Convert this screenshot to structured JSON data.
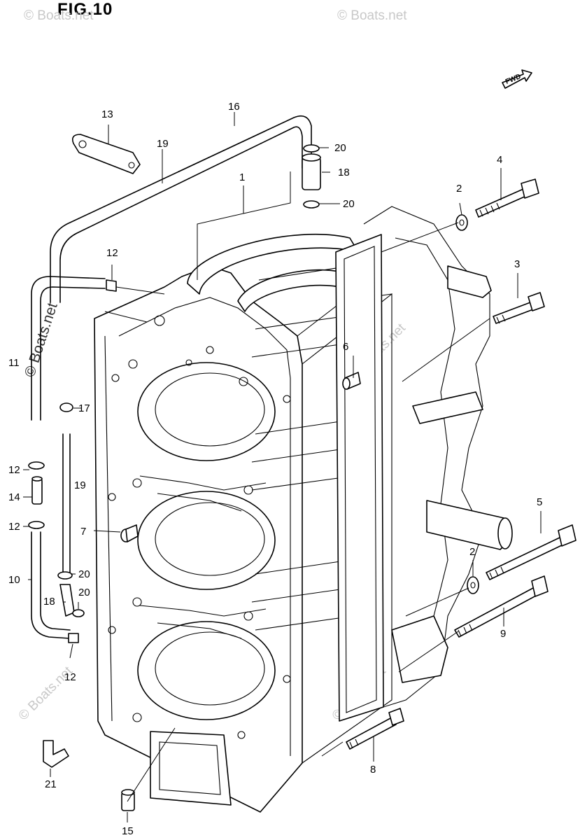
{
  "figure": {
    "title": "FIG.10"
  },
  "direction_label": "FWD",
  "watermarks": {
    "corner": "© Boats.net",
    "vertical": "© Boats.net"
  },
  "callouts": [
    {
      "id": "c1",
      "label": "1"
    },
    {
      "id": "c2a",
      "label": "2"
    },
    {
      "id": "c2b",
      "label": "2"
    },
    {
      "id": "c3",
      "label": "3"
    },
    {
      "id": "c4",
      "label": "4"
    },
    {
      "id": "c5",
      "label": "5"
    },
    {
      "id": "c6",
      "label": "6"
    },
    {
      "id": "c7",
      "label": "7"
    },
    {
      "id": "c8",
      "label": "8"
    },
    {
      "id": "c9",
      "label": "9"
    },
    {
      "id": "c10",
      "label": "10"
    },
    {
      "id": "c11",
      "label": "11"
    },
    {
      "id": "c12a",
      "label": "12"
    },
    {
      "id": "c12b",
      "label": "12"
    },
    {
      "id": "c12c",
      "label": "12"
    },
    {
      "id": "c12d",
      "label": "12"
    },
    {
      "id": "c13",
      "label": "13"
    },
    {
      "id": "c14",
      "label": "14"
    },
    {
      "id": "c15",
      "label": "15"
    },
    {
      "id": "c16",
      "label": "16"
    },
    {
      "id": "c17",
      "label": "17"
    },
    {
      "id": "c18a",
      "label": "18"
    },
    {
      "id": "c18b",
      "label": "18"
    },
    {
      "id": "c19a",
      "label": "19"
    },
    {
      "id": "c19b",
      "label": "19"
    },
    {
      "id": "c20a",
      "label": "20"
    },
    {
      "id": "c20b",
      "label": "20"
    },
    {
      "id": "c20c",
      "label": "20"
    },
    {
      "id": "c20d",
      "label": "20"
    },
    {
      "id": "c21",
      "label": "21"
    }
  ]
}
